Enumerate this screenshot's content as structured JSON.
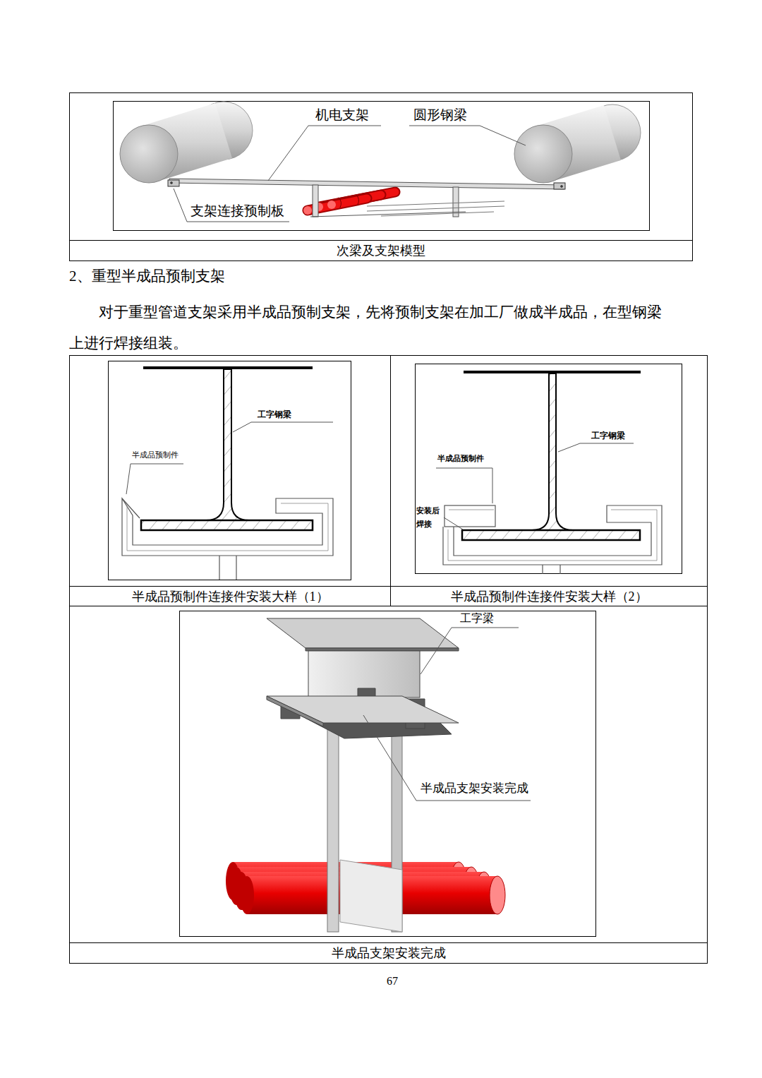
{
  "diagram": {
    "title": "2、重型半成品预制支架",
    "nodes": [
      {
        "text": [
          "次梁及支架模型"
        ]
      },
      {
        "text": [
          "半成品预制件连接件安装大样（1）"
        ]
      },
      {
        "text": [
          "半成品预制件连接件安装大样（2）"
        ]
      },
      {
        "text": [
          "半成品支架安装完成"
        ]
      }
    ],
    "labels": [
      "机电支架",
      "圆形钢梁",
      "支架连接预制板",
      "对于重型管道支架采用半成品预制支架，先将预制支架在加工厂做成半成品，在型钢梁 上进行焊接组装。",
      "工字钢梁",
      "半成品预制件",
      "工字钢梁",
      "半成品预制件",
      "安装后 焊接",
      "工字梁",
      "半成品支架安装完成",
      "67"
    ]
  }
}
